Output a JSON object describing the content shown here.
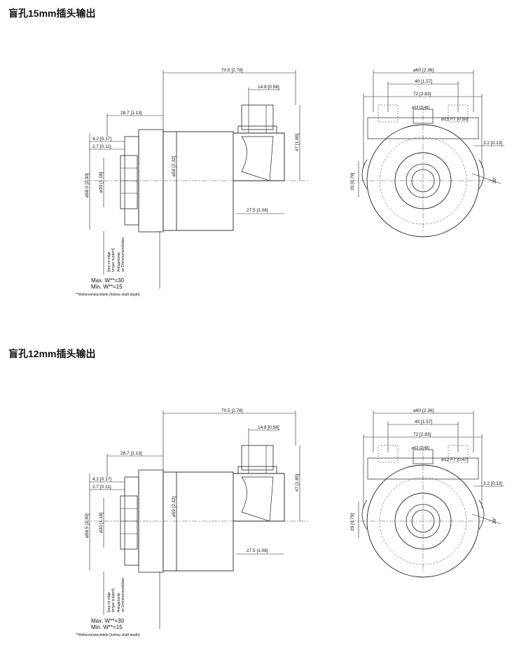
{
  "sections": [
    {
      "title": "盲孔15mm插头输出",
      "dims": {
        "length": "70.5 [2.78]",
        "connector": "14.8 [0.58]",
        "flange_depth": "28.7 [1.13]",
        "edge_1": "4.2 [0.17]",
        "edge_2": "2.7 [0.11]",
        "flange_dia": "⌀58.5 [2.30]",
        "shaft_dia": "⌀30 [1.18]",
        "body_dia": "⌀59 [2.32]",
        "height": "47 [1.85]",
        "conn_offset": "27.5 [1.08]",
        "front_width": "⌀60 [2.36]",
        "front_40": "40 [1.57]",
        "front_72": "72 [2.83]",
        "front_63": "⌀63 [2.48]",
        "bore": "⌀15 F7 [0.59]",
        "front_32": "3.2 [0.13]",
        "front_20": "20 [0.79]",
        "angle": "20°"
      },
      "labels": {
        "torque": "torque support]",
        "keyon": "[key-on edge",
        "anlage": "Anlagekante",
        "drehmoment": "an Drehmomentstütze",
        "max": "Max. W**=30",
        "min": "Min. W**=15",
        "footnote": "**Welleneinstecktiefe [hollow shaft depth]"
      }
    },
    {
      "title": "盲孔12mm插头输出",
      "dims": {
        "length": "70.5 [2.78]",
        "connector": "14.8 [0.58]",
        "flange_depth": "28.7 [1.13]",
        "edge_1": "4.2 [0.17]",
        "edge_2": "2.7 [0.11]",
        "flange_dia": "⌀58.5 [2.30]",
        "shaft_dia": "⌀30 [1.18]",
        "body_dia": "⌀59 [2.32]",
        "height": "47 [1.85]",
        "conn_offset": "27.5 [1.08]",
        "front_width": "⌀60 [2.36]",
        "front_40": "40 [1.57]",
        "front_72": "72 [2.83]",
        "front_63": "⌀63 [2.48]",
        "bore": "⌀12 F7 [0.47]",
        "front_32": "3.2 [0.13]",
        "front_20": "20 [0.79]",
        "angle": "20°"
      },
      "labels": {
        "torque": "torque support]",
        "keyon": "[key-on edge",
        "anlage": "Anlagekante",
        "drehmoment": "an Drehmomentstütze",
        "max": "Max. W**=30",
        "min": "Min. W**=15",
        "footnote": "**Welleneinstecktiefe [hollow shaft depth]"
      }
    }
  ]
}
